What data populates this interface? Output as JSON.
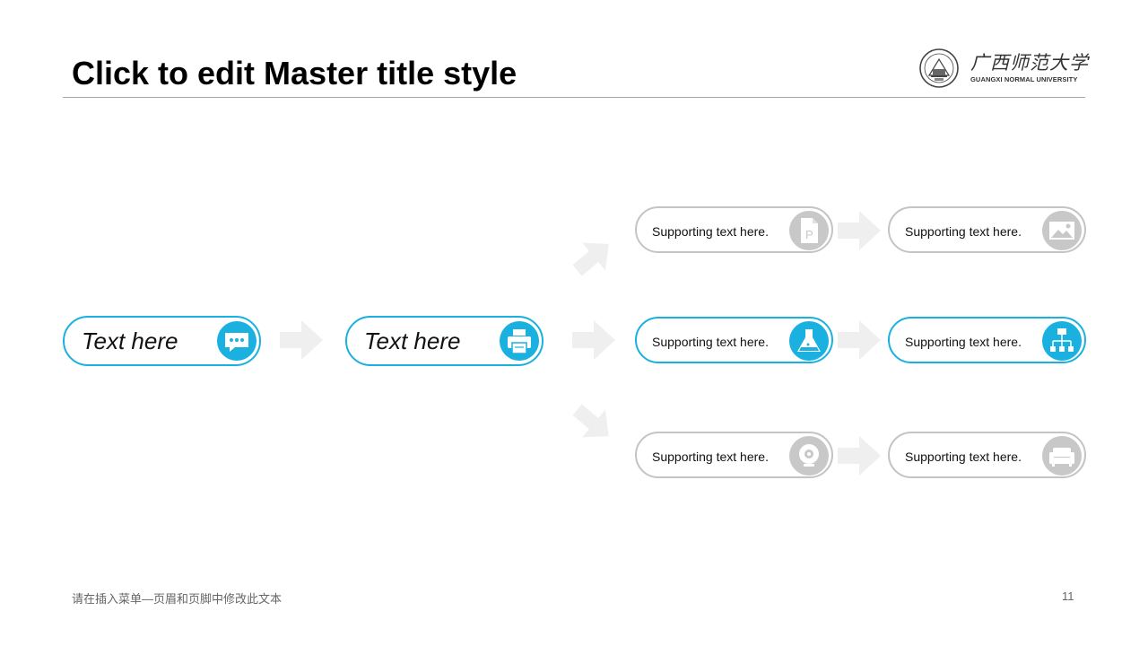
{
  "slide": {
    "title": "Click to edit Master title style",
    "footer": "请在插入菜单—页眉和页脚中修改此文本",
    "page_number": "11"
  },
  "logo": {
    "name_cn": "广西师范大学",
    "name_en": "GUANGXI NORMAL UNIVERSITY"
  },
  "colors": {
    "accent": "#1ab0e0",
    "neutral": "#c4c4c4",
    "arrow": "#efefef"
  },
  "diagram": {
    "main": [
      {
        "label": "Text here",
        "icon": "chat-bubble-icon"
      },
      {
        "label": "Text here",
        "icon": "printer-icon"
      }
    ],
    "branches": [
      {
        "label": "Supporting text here.",
        "icon": "document-p-icon",
        "style": "gray"
      },
      {
        "label": "Supporting text here.",
        "icon": "image-icon",
        "style": "gray"
      },
      {
        "label": "Supporting text here.",
        "icon": "flask-icon",
        "style": "blue"
      },
      {
        "label": "Supporting text here.",
        "icon": "org-chart-icon",
        "style": "blue"
      },
      {
        "label": "Supporting text here.",
        "icon": "webcam-icon",
        "style": "gray"
      },
      {
        "label": "Supporting text here.",
        "icon": "sofa-icon",
        "style": "gray"
      }
    ]
  }
}
